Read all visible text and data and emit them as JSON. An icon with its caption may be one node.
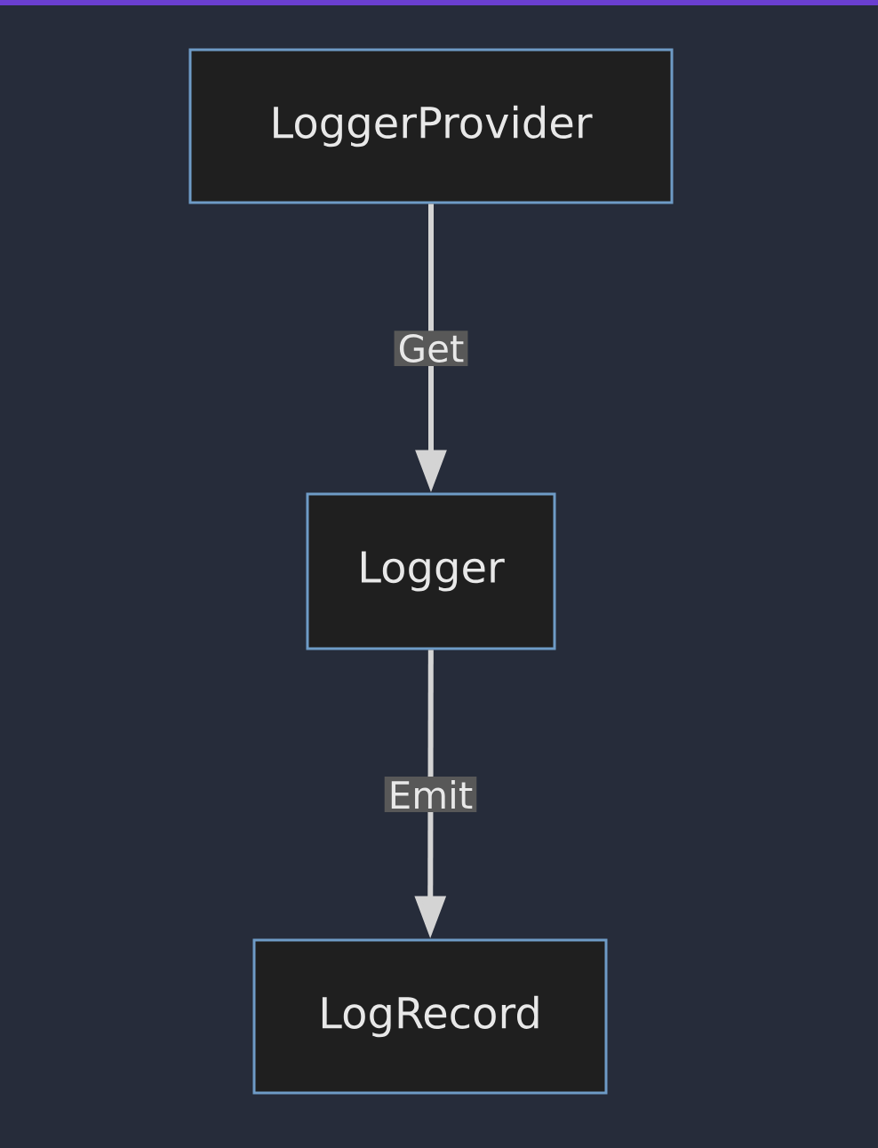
{
  "diagram": {
    "nodes": [
      {
        "text": [
          "LoggerProvider"
        ]
      },
      {
        "text": [
          "Logger"
        ]
      },
      {
        "text": [
          "LogRecord"
        ]
      }
    ],
    "edges": [
      {
        "from": 0,
        "to": 1,
        "arrow": "to",
        "label": "Get"
      },
      {
        "from": 1,
        "to": 2,
        "arrow": "to",
        "label": "Emit"
      }
    ]
  }
}
